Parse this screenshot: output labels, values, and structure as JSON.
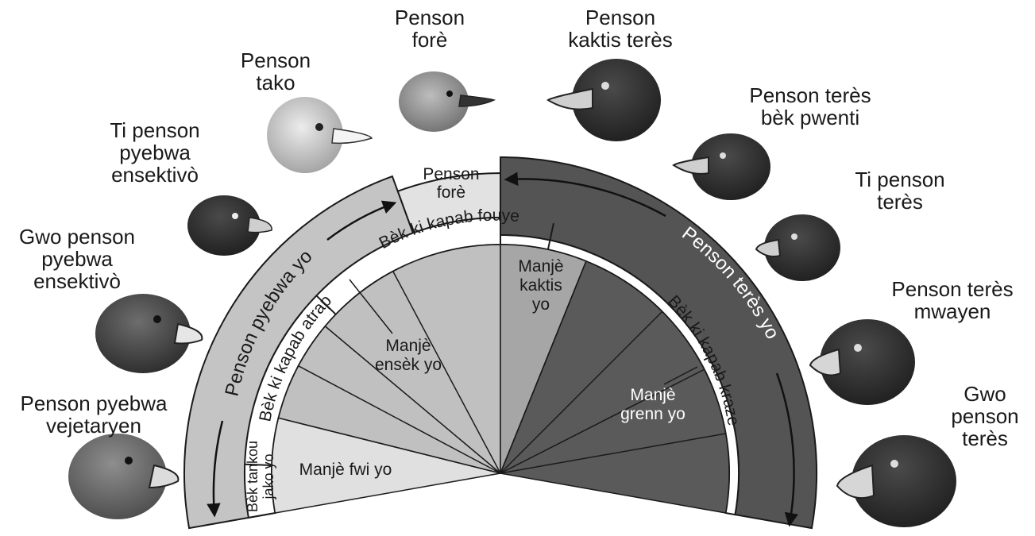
{
  "birds": [
    {
      "id": "vegetarian-tree-finch",
      "name_lines": [
        "Penson pyebwa",
        "vejetaryen"
      ]
    },
    {
      "id": "large-insectivorous-tree-finch",
      "name_lines": [
        "Gwo penson",
        "pyebwa",
        "ensektivò"
      ]
    },
    {
      "id": "small-insectivorous-tree-finch",
      "name_lines": [
        "Ti penson",
        "pyebwa",
        "ensektivò"
      ]
    },
    {
      "id": "woodpecker-finch",
      "name_lines": [
        "Penson",
        "tako"
      ]
    },
    {
      "id": "warbler-finch",
      "name_lines": [
        "Penson",
        "forè"
      ]
    },
    {
      "id": "cactus-ground-finch",
      "name_lines": [
        "Penson",
        "kaktis terès"
      ]
    },
    {
      "id": "sharp-beaked-ground-finch",
      "name_lines": [
        "Penson terès",
        "bèk pwenti"
      ]
    },
    {
      "id": "small-ground-finch",
      "name_lines": [
        "Ti penson",
        "terès"
      ]
    },
    {
      "id": "medium-ground-finch",
      "name_lines": [
        "Penson terès",
        "mwayen"
      ]
    },
    {
      "id": "large-ground-finch",
      "name_lines": [
        "Gwo",
        "penson",
        "terès"
      ]
    }
  ],
  "groups": {
    "tree_finches": "Penson pyebwa yo",
    "warbler": [
      "Penson",
      "forè"
    ],
    "ground_finches": "Penson terès yo"
  },
  "beaks": {
    "probing": "Bèk ki kapab fouye",
    "grasping": "Bèk ki kapab atrap",
    "parrot_like": [
      "Bèk tankou",
      "jako yo"
    ],
    "crushing": "Bèk ki kapab kraze"
  },
  "diets": {
    "cactus": [
      "Manjè",
      "kaktis",
      "yo"
    ],
    "insects": [
      "Manjè",
      "ensèk yo"
    ],
    "fruit": "Manjè fwi yo",
    "seeds": [
      "Manjè",
      "grenn yo"
    ]
  },
  "colors": {
    "tree_band": "#c4c4c4",
    "warbler_band": "#e2e2e2",
    "ground_band": "#545454",
    "insect_sector": "#c0c0c0",
    "fruit_sector": "#e0e0e0",
    "cactus_sector": "#a6a6a6",
    "seed_sector": "#5a5a5a"
  }
}
